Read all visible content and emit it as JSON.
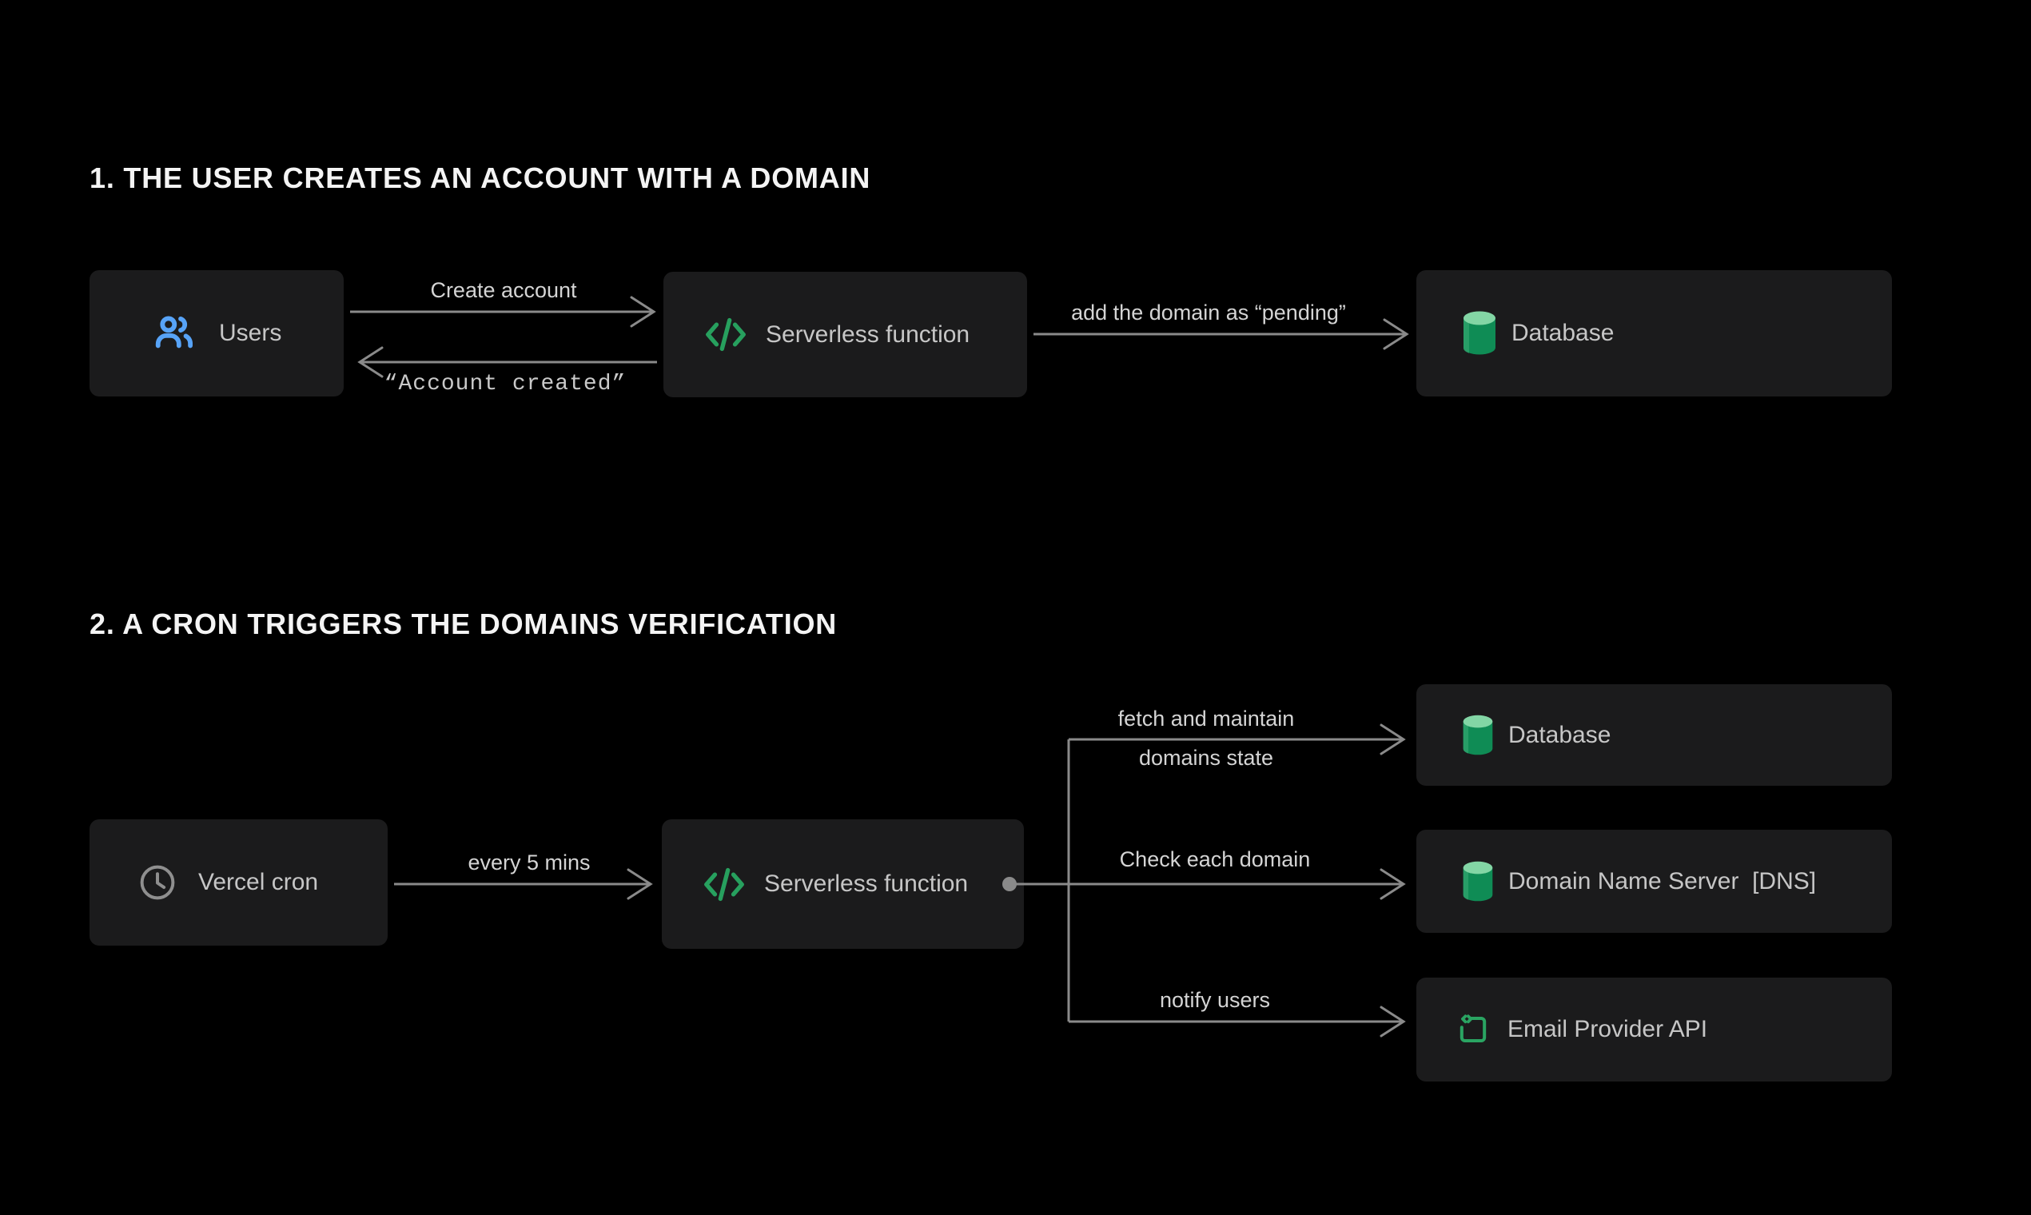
{
  "palette": {
    "background": "#000000",
    "node_fill": "#1B1B1C",
    "node_text": "#C6C6C6",
    "edge_line": "#8A8A8A",
    "edge_text": "#D4D4D4",
    "title_text": "#F4F4F4",
    "accent_blue": "#57A3F7",
    "accent_green": "#27A05E",
    "database_top": "#83D6A5",
    "database_body": "#0F8C55"
  },
  "steps": [
    {
      "title": "1. THE USER CREATES AN ACCOUNT WITH A DOMAIN",
      "nodes": [
        {
          "id": "users",
          "icon": "users-icon",
          "label": "Users"
        },
        {
          "id": "serverless-function",
          "icon": "code-icon",
          "label": "Serverless function"
        },
        {
          "id": "database",
          "icon": "database-icon",
          "label": "Database"
        }
      ],
      "edges": [
        {
          "from": "users",
          "to": "serverless-function",
          "label": "Create account"
        },
        {
          "from": "serverless-function",
          "to": "users",
          "label": "“Account created”"
        },
        {
          "from": "serverless-function",
          "to": "database",
          "label": "add the domain as “pending”"
        }
      ]
    },
    {
      "title": "2. A CRON TRIGGERS THE DOMAINS VERIFICATION",
      "nodes": [
        {
          "id": "vercel-cron",
          "icon": "clock-icon",
          "label": "Vercel cron"
        },
        {
          "id": "serverless-function",
          "icon": "code-icon",
          "label": "Serverless function"
        },
        {
          "id": "database",
          "icon": "database-icon",
          "label": "Database"
        },
        {
          "id": "dns",
          "icon": "database-icon",
          "label": "Domain Name Server  [DNS]"
        },
        {
          "id": "email-provider-api",
          "icon": "api-icon",
          "label": "Email Provider API"
        }
      ],
      "edges": [
        {
          "from": "vercel-cron",
          "to": "serverless-function",
          "label": "every 5 mins"
        },
        {
          "from": "serverless-function",
          "to": "database",
          "label": "fetch and maintain domains state",
          "lines": [
            "fetch and maintain",
            "domains state"
          ]
        },
        {
          "from": "serverless-function",
          "to": "dns",
          "label": "Check each domain"
        },
        {
          "from": "serverless-function",
          "to": "email-provider-api",
          "label": "notify users"
        }
      ]
    }
  ]
}
